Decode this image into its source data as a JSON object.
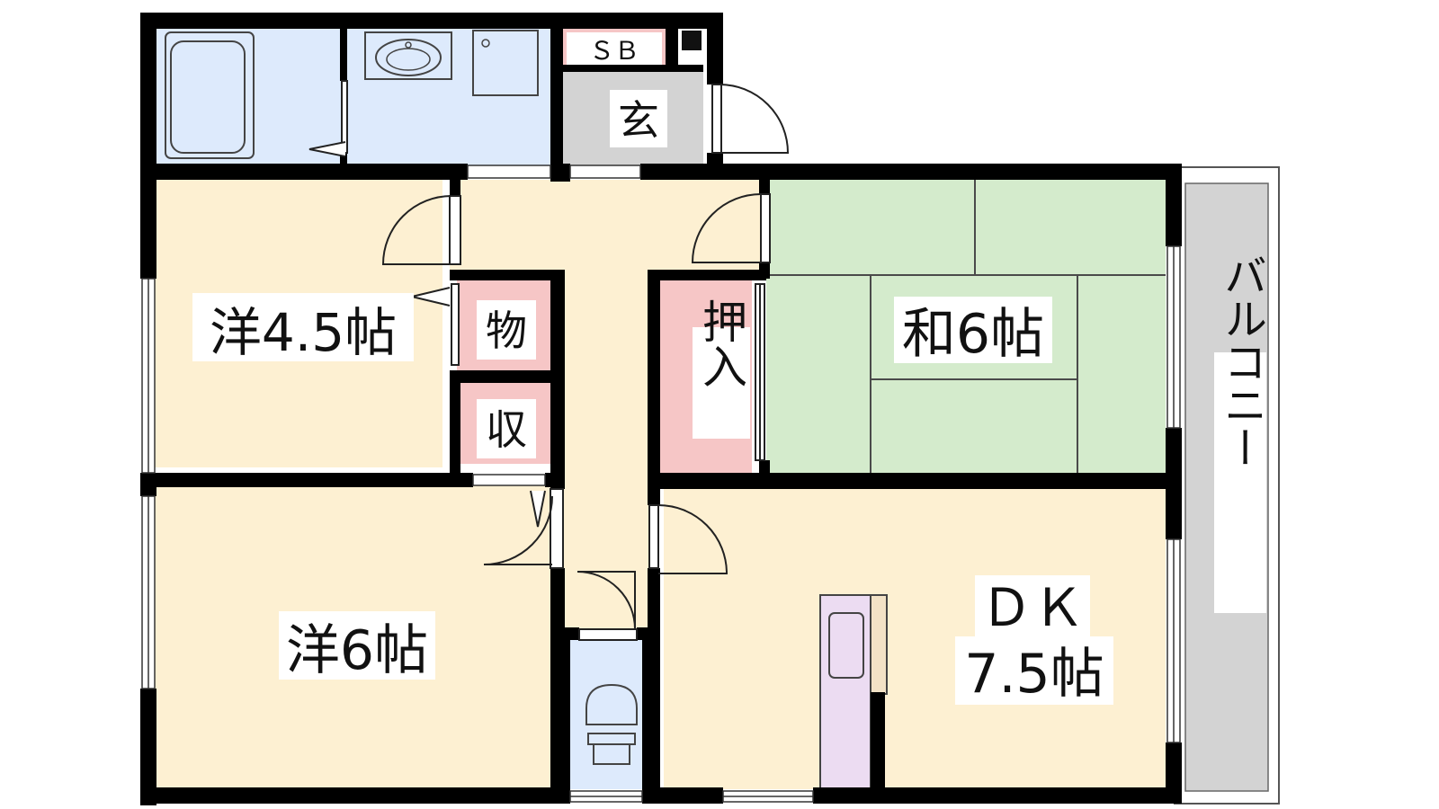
{
  "floor_plan": {
    "rooms": {
      "western_small": {
        "label": "洋4.5帖",
        "color": "#fdf0d2"
      },
      "western_large": {
        "label": "洋6帖",
        "color": "#fdf0d2"
      },
      "japanese": {
        "label": "和6帖",
        "color": "#d4ebcc"
      },
      "dining_kitchen": {
        "label_line1": "ＤＫ",
        "label_line2": "7.5帖",
        "color": "#fdf0d2"
      },
      "entrance": {
        "label": "玄",
        "color": "#d3d3d3"
      },
      "shoe_box": {
        "label": "ＳＢ",
        "color": "#f6c6c6"
      },
      "storage_mono": {
        "label": "物",
        "color": "#f6c6c6"
      },
      "storage_shu": {
        "label": "収",
        "color": "#f6c6c6"
      },
      "closet_oshiire": {
        "label": "押入",
        "color": "#f6c6c6"
      },
      "balcony": {
        "label": "バルコニー",
        "color": "#d3d3d3"
      },
      "bathroom": {
        "color": "#ddeafc"
      },
      "washroom": {
        "color": "#ddeafc"
      },
      "toilet": {
        "color": "#ddeafc"
      },
      "hallway": {
        "color": "#fdf0d2"
      }
    },
    "fixtures": {
      "kitchen_counter": {
        "color": "#ecdcf2"
      }
    },
    "colors": {
      "wall": "#000000",
      "fixture_stroke": "#444444",
      "door_stroke": "#222222"
    }
  }
}
